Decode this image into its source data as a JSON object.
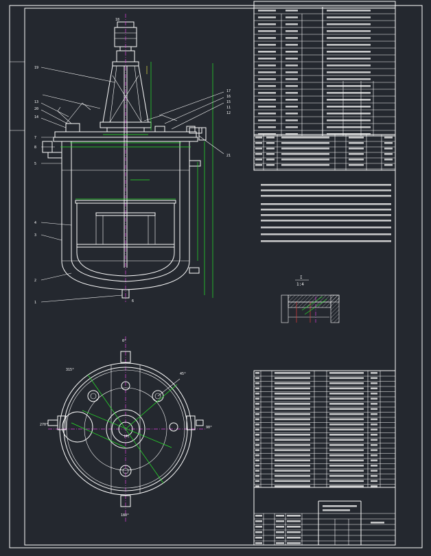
{
  "drawing": {
    "colors": {
      "background": "#24282f",
      "line": "#ffffff",
      "dimension": "#27e82a",
      "center": "#e040e0",
      "cyan": "#2ec9d8",
      "yellow": "#e6e04a"
    },
    "section_label": {
      "letter": "I",
      "scale": "1:4"
    },
    "elevation_labels": [
      "18",
      "19",
      "17",
      "16",
      "15",
      "13",
      "20",
      "14",
      "7",
      "8",
      "5",
      "4",
      "3",
      "2",
      "1",
      "11",
      "12",
      "21",
      "6"
    ],
    "plan_labels": [
      "0°",
      "315°",
      "45°",
      "270°",
      "90°",
      "180°",
      "(4)"
    ]
  }
}
